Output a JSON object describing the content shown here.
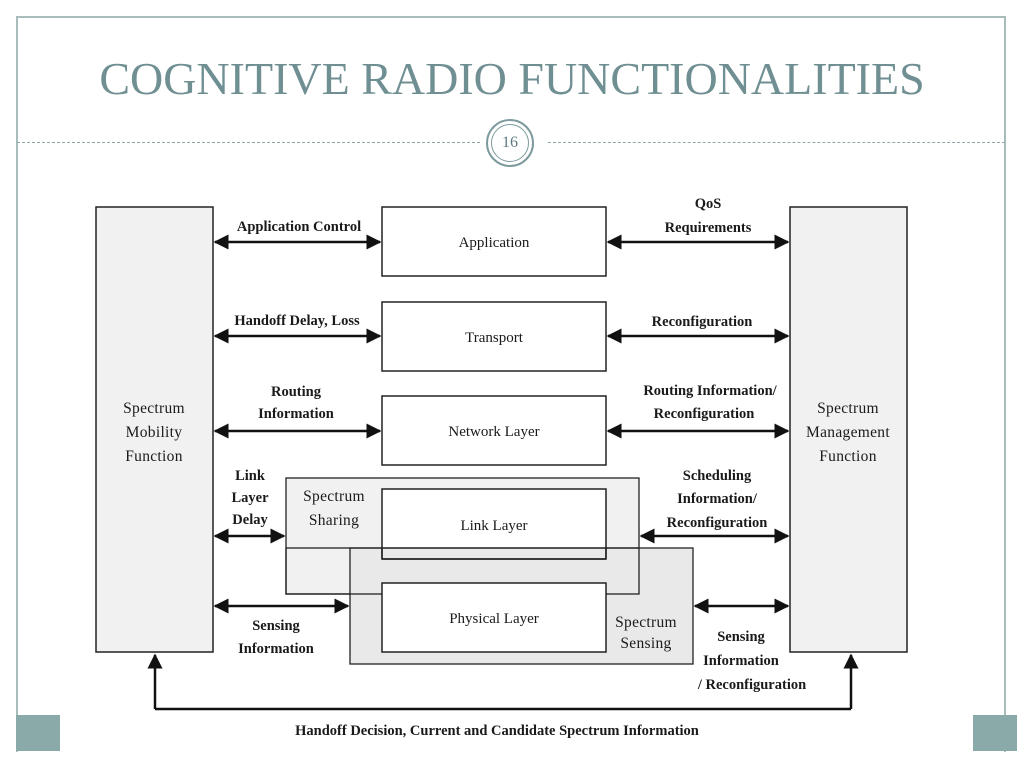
{
  "slide": {
    "title": "COGNITIVE RADIO FUNCTIONALITIES",
    "page_number": "16",
    "accent_color": "#6f8f93",
    "corner_color": "#89aaa9"
  },
  "diagram": {
    "side_boxes": {
      "left": {
        "lines": [
          "Spectrum",
          "Mobility",
          "Function"
        ]
      },
      "right": {
        "lines": [
          "Spectrum",
          "Management",
          "Function"
        ]
      }
    },
    "layers": [
      {
        "id": "application",
        "label": "Application"
      },
      {
        "id": "transport",
        "label": "Transport"
      },
      {
        "id": "network",
        "label": "Network Layer"
      },
      {
        "id": "link",
        "label": "Link Layer"
      },
      {
        "id": "physical",
        "label": "Physical  Layer"
      }
    ],
    "regions": {
      "sharing": {
        "lines": [
          "Spectrum",
          "Sharing"
        ]
      },
      "sensing": {
        "lines": [
          "Spectrum",
          "Sensing"
        ]
      }
    },
    "left_arrows": [
      {
        "lines": [
          "Application Control"
        ]
      },
      {
        "lines": [
          "Handoff Delay, Loss"
        ]
      },
      {
        "lines": [
          "Routing",
          "Information"
        ]
      },
      {
        "lines": [
          "Link",
          "Layer",
          "Delay"
        ]
      },
      {
        "lines": [
          "Sensing",
          "Information"
        ]
      }
    ],
    "right_arrows": [
      {
        "lines": [
          "QoS",
          "Requirements"
        ]
      },
      {
        "lines": [
          "Reconfiguration"
        ]
      },
      {
        "lines": [
          "Routing Information/",
          "Reconfiguration"
        ]
      },
      {
        "lines": [
          "Scheduling",
          "Information/",
          "Reconfiguration"
        ]
      },
      {
        "lines": [
          "Sensing",
          "Information",
          "/ Reconfiguration"
        ]
      }
    ],
    "bottom_loop": {
      "label": "Handoff Decision, Current and Candidate Spectrum Information"
    }
  }
}
